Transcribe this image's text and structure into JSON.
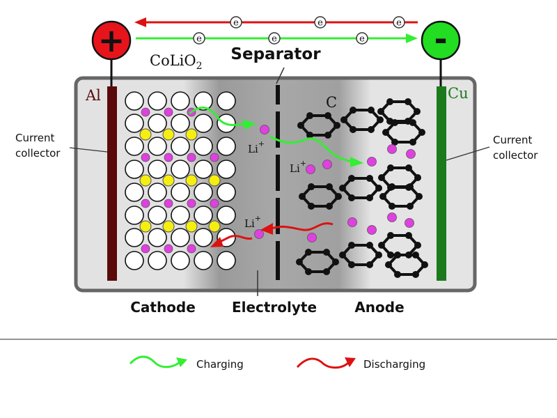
{
  "terminals": {
    "positive_symbol": "+",
    "negative_symbol": "-"
  },
  "electron_symbol": "e",
  "labels": {
    "cathode_material": "CoLiO",
    "cathode_material_subscript": "2",
    "separator": "Separator",
    "aluminum": "Al",
    "copper": "Cu",
    "carbon": "C",
    "current_collector_left": [
      "Current",
      "collector"
    ],
    "current_collector_right": [
      "Current",
      "collector"
    ],
    "li_ion": "Li",
    "li_ion_superscript": "+",
    "cathode": "Cathode",
    "electrolyte": "Electrolyte",
    "anode": "Anode"
  },
  "legend": {
    "charging": "Charging",
    "discharging": "Discharging"
  },
  "colors": {
    "positive_terminal": "#e8141b",
    "negative_terminal": "#22dd22",
    "charging_arrow": "#33ee33",
    "discharging_arrow": "#dd1111",
    "aluminum_collector": "#5a0a0a",
    "copper_collector": "#1b7a1b",
    "li_ion": "#e040e0",
    "cobalt_atom": "#f5ee10",
    "oxygen_atom": "#ffffff",
    "graphite": "#111111"
  }
}
